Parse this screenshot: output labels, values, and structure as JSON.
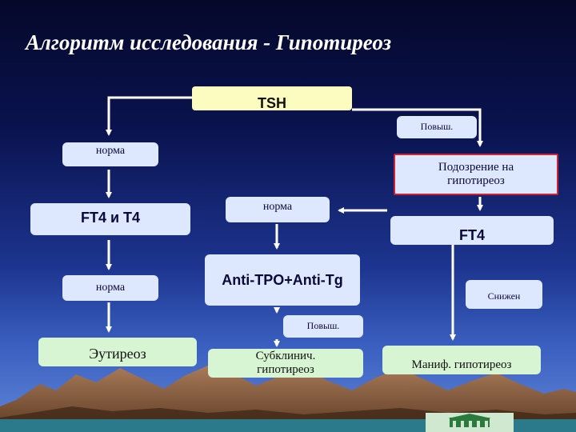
{
  "slide": {
    "title": "Алгоритм исследования - Гипотиреоз",
    "colors": {
      "background": "#0a1350",
      "box": "#dde8ff",
      "tsh": "#fdfcc0",
      "outcome": "#d7f5d2",
      "arrow": "#ffffff",
      "highlight_border": "#cc2233"
    }
  },
  "nodes": {
    "tsh": "TSH",
    "tsh_elevated": "Повыш.",
    "tsh_normal": "норма",
    "suspicion": "Подозрение на гипотиреоз",
    "ft4_t4": "FT4 и Т4",
    "ft4": "FT4",
    "ft4_t4_normal": "норма",
    "ft4_normal": "норма",
    "antibodies": "Anti-TPO+Anti-Tg",
    "ft4_reduced": "Снижен",
    "antibodies_elevated": "Повыш.",
    "euthyroid": "Эутиреоз",
    "subclinical": "Субклинич. гипотиреоз",
    "manifest": "Маниф. гипотиреоз"
  },
  "icons": {
    "logo": "building-logo-icon"
  }
}
